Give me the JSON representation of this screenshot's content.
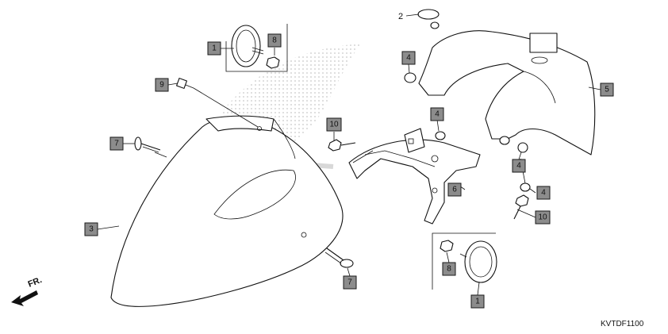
{
  "callouts": [
    {
      "id": "c1a",
      "label": "1"
    },
    {
      "id": "c8a",
      "label": "8"
    },
    {
      "id": "c9",
      "label": "9"
    },
    {
      "id": "c7a",
      "label": "7"
    },
    {
      "id": "c3",
      "label": "3"
    },
    {
      "id": "c7b",
      "label": "7"
    },
    {
      "id": "c2",
      "label": "2"
    },
    {
      "id": "c4a",
      "label": "4"
    },
    {
      "id": "c4b",
      "label": "4"
    },
    {
      "id": "c10a",
      "label": "10"
    },
    {
      "id": "c6",
      "label": "6"
    },
    {
      "id": "c5",
      "label": "5"
    },
    {
      "id": "c4c",
      "label": "4"
    },
    {
      "id": "c4d",
      "label": "4"
    },
    {
      "id": "c10b",
      "label": "10"
    },
    {
      "id": "c8b",
      "label": "8"
    },
    {
      "id": "c1b",
      "label": "1"
    }
  ],
  "direction_label": "FR.",
  "diagram_code": "KVTDF1100",
  "colors": {
    "callout_fill": "#8c8c8c",
    "line": "#111111",
    "watermark": "#c8c8c8"
  },
  "icons": {
    "direction": "arrow-front-icon"
  }
}
